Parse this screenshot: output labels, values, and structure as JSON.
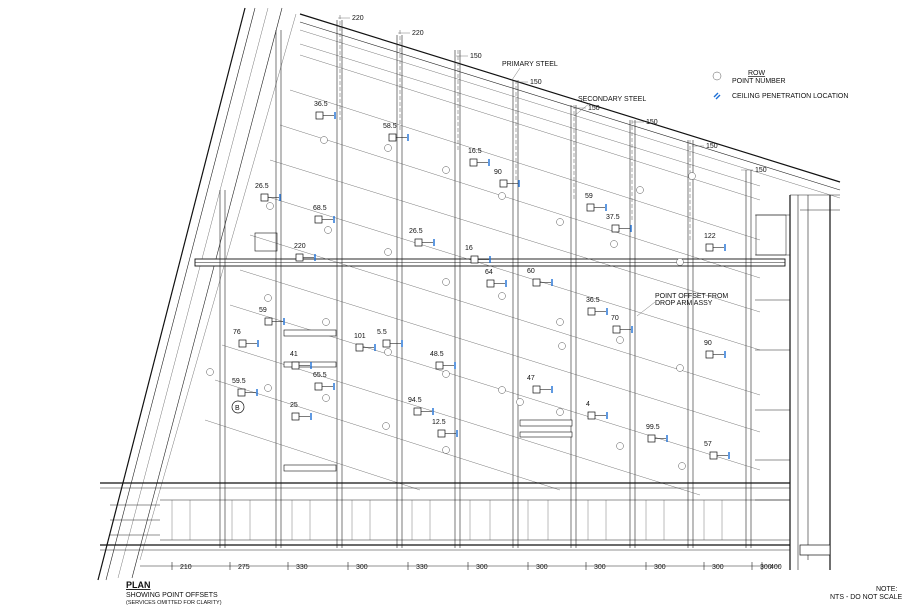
{
  "legend": {
    "row_label": "ROW",
    "point_label": "POINT NUMBER",
    "ceiling_label": "CEILING PENETRATION LOCATION"
  },
  "callouts": {
    "primary_steel": "PRIMARY STEEL",
    "secondary_steel": "SECONDARY STEEL",
    "point_offset_1": "POINT OFFSET FROM",
    "point_offset_2": "DROP ARM ASSY"
  },
  "top_dims": [
    "220",
    "220",
    "150",
    "150",
    "150",
    "150",
    "150",
    "150"
  ],
  "offsets": [
    "36.5",
    "58.5",
    "16.5",
    "90",
    "59",
    "37.5",
    "122",
    "26.5",
    "68.5",
    "26.5",
    "220",
    "16",
    "64",
    "60",
    "36.5",
    "59",
    "70",
    "76",
    "101",
    "5.5",
    "41",
    "48.5",
    "90",
    "59.5",
    "65.5",
    "47",
    "25",
    "94.5",
    "4",
    "12.5",
    "99.5",
    "57"
  ],
  "bottom_dims": [
    "210",
    "275",
    "330",
    "300",
    "330",
    "300",
    "300",
    "300",
    "300",
    "300",
    "300",
    "400"
  ],
  "circle_letter": "B",
  "title": {
    "main": "PLAN",
    "sub1": "SHOWING POINT OFFSETS",
    "sub2": "(SERVICES OMITTED FOR CLARITY)"
  },
  "note": {
    "head": "NOTE:",
    "text": "NTS - DO NOT SCALE"
  }
}
